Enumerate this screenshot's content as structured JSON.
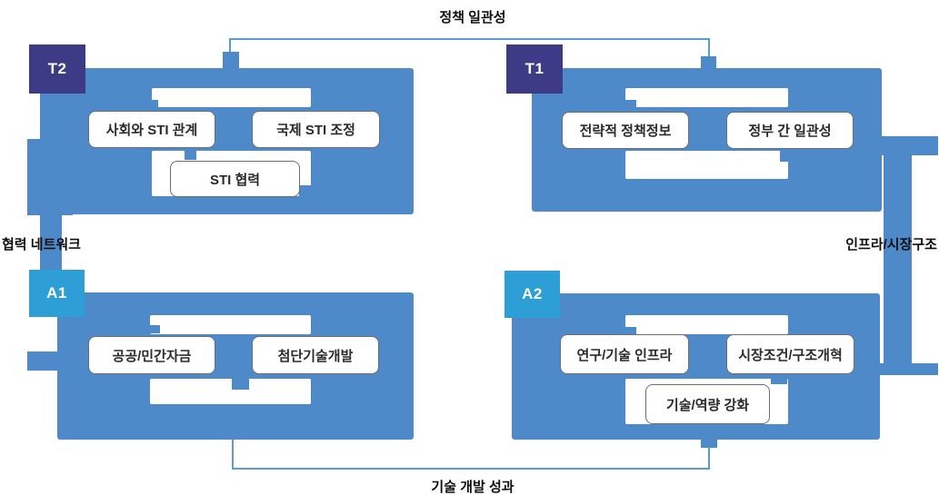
{
  "edge_labels": {
    "top": "정책 일관성",
    "bottom": "기술 개발 성과",
    "left": "협력 네트워크",
    "right": "인프라/시장구조"
  },
  "quadrants": [
    {
      "id": "T2",
      "badge": "T2",
      "boxes": [
        "사회와 STI 관계",
        "국제 STI 조정",
        "STI 협력"
      ]
    },
    {
      "id": "T1",
      "badge": "T1",
      "boxes": [
        "전략적 정책정보",
        "정부 간 일관성"
      ]
    },
    {
      "id": "A1",
      "badge": "A1",
      "boxes": [
        "공공/민간자금",
        "첨단기술개발"
      ]
    },
    {
      "id": "A2",
      "badge": "A2",
      "boxes": [
        "연구/기술 인프라",
        "시장조건/구조개혁",
        "기술/역량 강화"
      ]
    }
  ],
  "colors": {
    "piece_blue": "#4e8ac9",
    "badge_indigo": "#3e3b86",
    "badge_cyan": "#2e9ed6",
    "connector_line": "#5b9bd5",
    "box_border": "#6e6e6e",
    "text_black": "#0f0f0f"
  }
}
